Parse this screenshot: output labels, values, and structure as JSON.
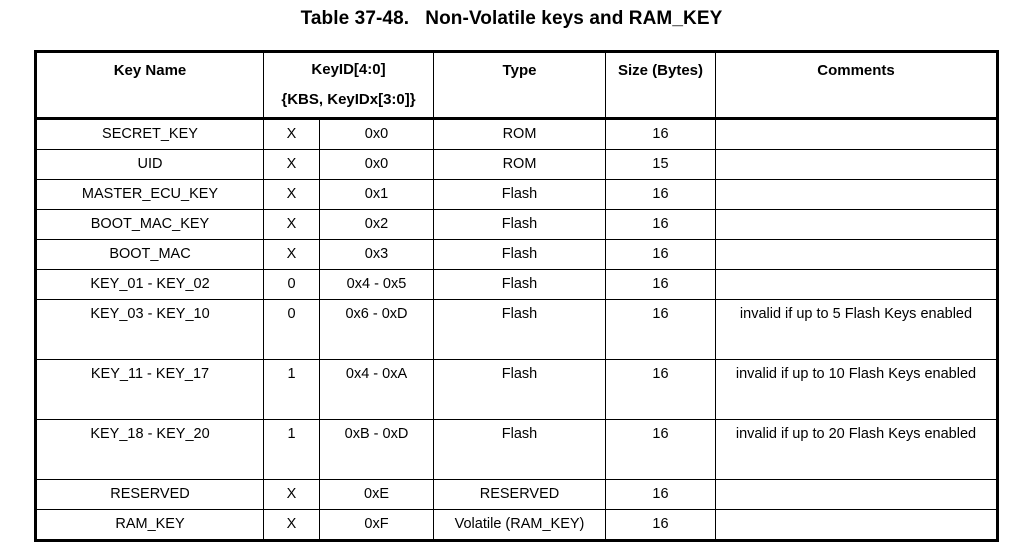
{
  "caption": "Table 37-48.   Non-Volatile keys and RAM_KEY",
  "table": {
    "headers": {
      "key_name": "Key Name",
      "keyid_line1": "KeyID[4:0]",
      "keyid_line2": "{KBS, KeyIDx[3:0]}",
      "type": "Type",
      "size": "Size (Bytes)",
      "comments": "Comments"
    },
    "rows": [
      {
        "key_name": "SECRET_KEY",
        "kbs": "X",
        "keyidx": "0x0",
        "type": "ROM",
        "size": "16",
        "comment": "",
        "tall": false
      },
      {
        "key_name": "UID",
        "kbs": "X",
        "keyidx": "0x0",
        "type": "ROM",
        "size": "15",
        "comment": "",
        "tall": false
      },
      {
        "key_name": "MASTER_ECU_KEY",
        "kbs": "X",
        "keyidx": "0x1",
        "type": "Flash",
        "size": "16",
        "comment": "",
        "tall": false
      },
      {
        "key_name": "BOOT_MAC_KEY",
        "kbs": "X",
        "keyidx": "0x2",
        "type": "Flash",
        "size": "16",
        "comment": "",
        "tall": false
      },
      {
        "key_name": "BOOT_MAC",
        "kbs": "X",
        "keyidx": "0x3",
        "type": "Flash",
        "size": "16",
        "comment": "",
        "tall": false
      },
      {
        "key_name": "KEY_01 - KEY_02",
        "kbs": "0",
        "keyidx": "0x4 - 0x5",
        "type": "Flash",
        "size": "16",
        "comment": "",
        "tall": false
      },
      {
        "key_name": "KEY_03 - KEY_10",
        "kbs": "0",
        "keyidx": "0x6 - 0xD",
        "type": "Flash",
        "size": "16",
        "comment": "invalid if up to 5 Flash Keys enabled",
        "tall": true
      },
      {
        "key_name": "KEY_11 - KEY_17",
        "kbs": "1",
        "keyidx": "0x4 - 0xA",
        "type": "Flash",
        "size": "16",
        "comment": "invalid if up to 10 Flash Keys enabled",
        "tall": true
      },
      {
        "key_name": "KEY_18 - KEY_20",
        "kbs": "1",
        "keyidx": "0xB - 0xD",
        "type": "Flash",
        "size": "16",
        "comment": "invalid if up to 20 Flash Keys enabled",
        "tall": true
      },
      {
        "key_name": "RESERVED",
        "kbs": "X",
        "keyidx": "0xE",
        "type": "RESERVED",
        "size": "16",
        "comment": "",
        "tall": false
      },
      {
        "key_name": "RAM_KEY",
        "kbs": "X",
        "keyidx": "0xF",
        "type": "Volatile (RAM_KEY)",
        "size": "16",
        "comment": "",
        "tall": false
      }
    ]
  }
}
